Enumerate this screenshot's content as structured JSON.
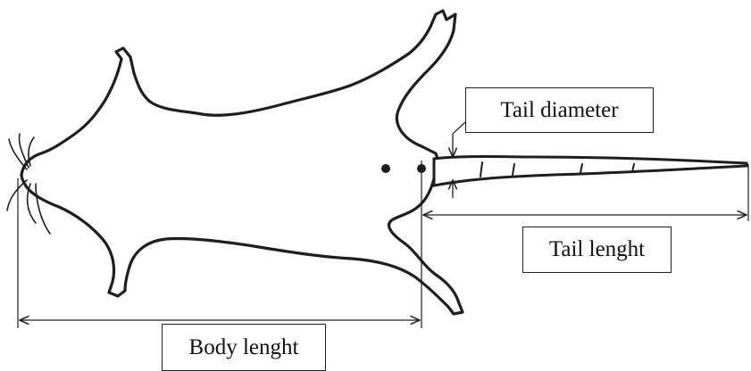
{
  "labels": {
    "tail_diameter": "Tail diameter",
    "tail_length": "Tail lenght",
    "body_length": "Body lenght"
  },
  "colors": {
    "outline": "#1e1e1e",
    "fill": "#ffffff"
  }
}
